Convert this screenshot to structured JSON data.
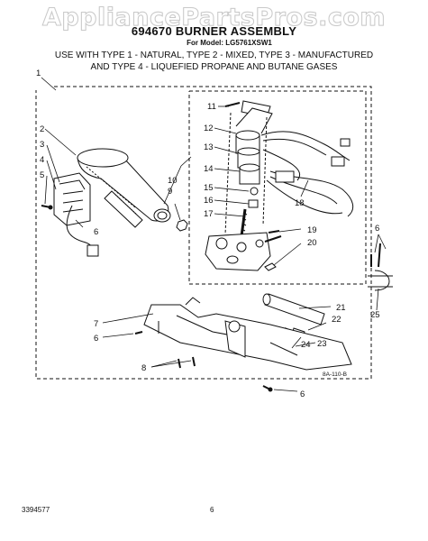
{
  "watermark": "AppliancePartsPros.com",
  "header": {
    "title": "694670 BURNER ASSEMBLY",
    "model": "For Model: LG5761XSW1",
    "types_line1": "USE WITH TYPE 1 - NATURAL, TYPE 2 - MIXED, TYPE 3 - MANUFACTURED",
    "types_line2": "AND TYPE 4 - LIQUEFIED PROPANE AND BUTANE GASES"
  },
  "callouts": [
    "1",
    "2",
    "3",
    "4",
    "5",
    "6",
    "7",
    "6",
    "8",
    "9",
    "10",
    "11",
    "12",
    "13",
    "14",
    "15",
    "16",
    "17",
    "18",
    "19",
    "20",
    "6",
    "21",
    "22",
    "23",
    "24",
    "25",
    "6"
  ],
  "diagram_code": "8A-110-B",
  "footer": {
    "doc_number": "3394577",
    "page_number": "6"
  }
}
